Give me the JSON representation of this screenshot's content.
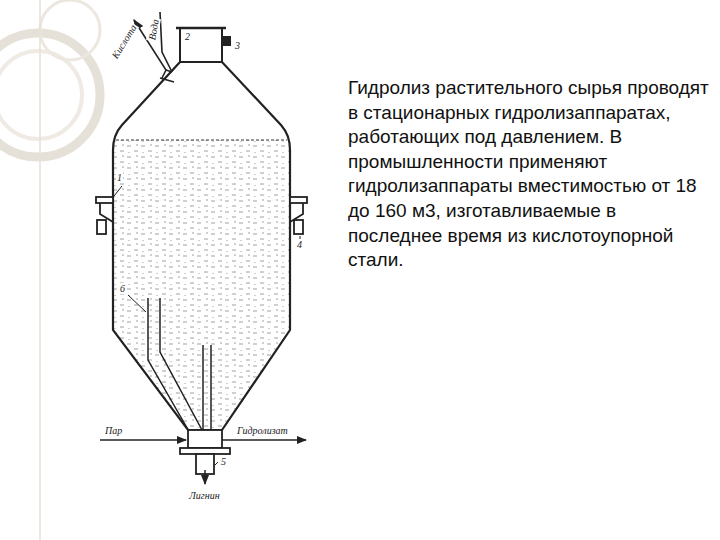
{
  "diagram": {
    "labels": [
      "Кислота",
      "Вода",
      "2",
      "3",
      "1",
      "4",
      "6",
      "Пар",
      "Гидролизат",
      "5",
      "Лигнин",
      "Гидролиз растительного сырья проводят в стационарных гидролизаппаратах, работающих под давлением. В промышленности применяют гидролизаппараты вместимостью от 18 до 160 м3, изготавливаемые в последнее время из кислотоупорной стали."
    ]
  }
}
